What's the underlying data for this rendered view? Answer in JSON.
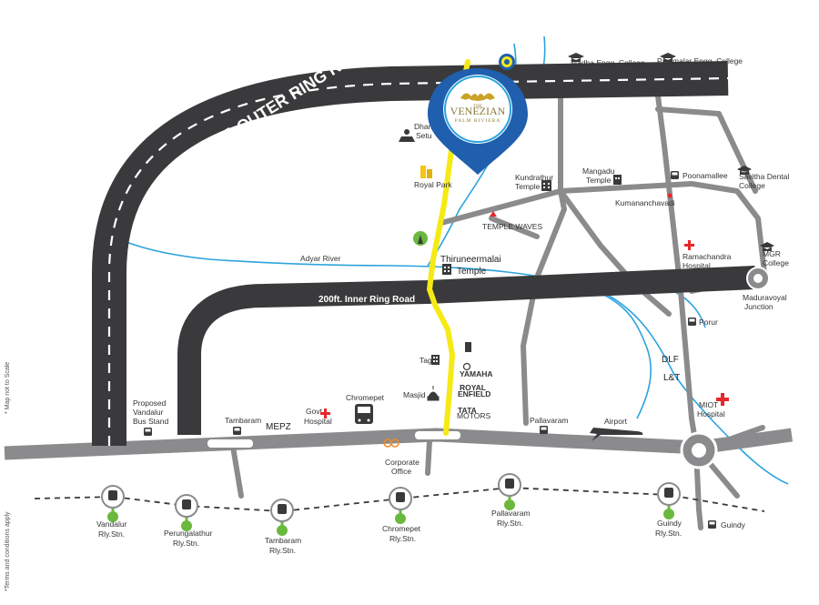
{
  "roads": {
    "outer_ring": "400FT. OUTER RING ROAD",
    "inner_ring": "200ft. Inner Ring Road",
    "mepz": "MEPZ"
  },
  "pin": {
    "brand_line1": "VENEZIAN",
    "brand_line2": "PALM RIVIERA",
    "brand_prefix": "THE"
  },
  "places": {
    "madha": "Madha Engg. College",
    "panimalar": "Panimalar Engg. College",
    "dhamma1": "Dhamma",
    "dhamma2": "Setu",
    "kundrathur1": "Kundrathur",
    "kundrathur2": "Temple",
    "mangadu1": "Mangadu",
    "mangadu2": "Temple",
    "poonamallee": "Poonamallee",
    "savitha1": "Savitha Dental",
    "savitha2": "College",
    "kumananchavadi": "Kumananchavadi",
    "templewaves": "TEMPLE WAVES",
    "ramachandra1": "Ramachandra",
    "ramachandra2": "Hospital",
    "mgr1": "MGR",
    "mgr2": "College",
    "adyar": "Adyar River",
    "thiru1": "Thiruneermalai",
    "thiru2": "Temple",
    "maduravoyal1": "Maduravoyal",
    "maduravoyal2": "Junction",
    "porur": "Porur",
    "dlf": "DLF",
    "lt": "L&T",
    "tag": "Tag",
    "masjid": "Masjid",
    "yamaha": "YAMAHA",
    "royal1": "ROYAL",
    "royal2": "ENFIELD",
    "tata1": "TATA",
    "tata2": "MOTORS",
    "miot1": "MIOT",
    "miot2": "Hospital",
    "vandalur_bus1": "Proposed",
    "vandalur_bus2": "Vandalur",
    "vandalur_bus3": "Bus Stand",
    "tambaram": "Tambaram",
    "govt1": "Govt.",
    "govt2": "Hospital",
    "chromepet": "Chromepet",
    "pallavaram": "Pallavaram",
    "airport": "Airport",
    "corp1": "Corporate",
    "corp2": "Office",
    "guindy": "Guindy",
    "royal_park": "Royal Park"
  },
  "stations": [
    {
      "l1": "Vandalur",
      "l2": "Rly.Stn."
    },
    {
      "l1": "Perungalathur",
      "l2": "Rly.Stn."
    },
    {
      "l1": "Tambaram",
      "l2": "Rly.Stn."
    },
    {
      "l1": "Chromepet",
      "l2": "Rly.Stn."
    },
    {
      "l1": "Pallavaram",
      "l2": "Rly.Stn."
    },
    {
      "l1": "Guindy",
      "l2": "Rly.Stn."
    }
  ],
  "notes": {
    "scale": "* Map not to Scale",
    "terms": "*Terms and conditions apply"
  },
  "colors": {
    "road": "#3a3a3c",
    "secondary_road": "#8b8b8d",
    "river": "#2ba3dd",
    "route": "#f5ea14",
    "pin": "#1f5fae",
    "station_green": "#6ab93e",
    "hospital": "#e8262b"
  }
}
